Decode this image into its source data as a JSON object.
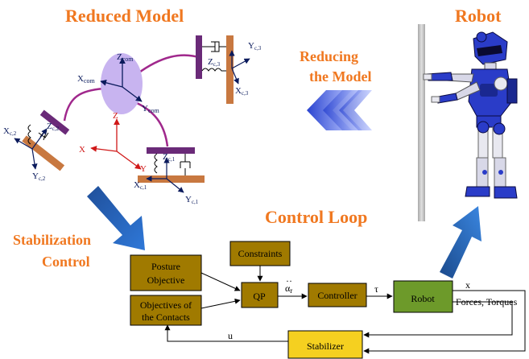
{
  "titles": {
    "reduced_model": "Reduced Model",
    "robot": "Robot",
    "reducing_line1": "Reducing",
    "reducing_line2": "the Model",
    "control_loop": "Control Loop",
    "stabilization_line1": "Stabilization",
    "stabilization_line2": "Control"
  },
  "axes": {
    "z_com": "Z",
    "z_com_sub": "com",
    "x_com": "X",
    "x_com_sub": "com",
    "y_com": "Y",
    "y_com_sub": "com",
    "world_z": "Z",
    "world_x": "X",
    "world_y": "Y",
    "z_c3": "Z",
    "z_c3_sub": "c,3",
    "y_c3": "Y",
    "y_c3_sub": "c,3",
    "x_c3": "X",
    "x_c3_sub": "c,3",
    "z_c2": "Z",
    "z_c2_sub": "c,2",
    "x_c2": "X",
    "x_c2_sub": "c,2",
    "y_c2": "Y",
    "y_c2_sub": "c,2",
    "z_c1": "Z",
    "z_c1_sub": "c,1",
    "x_c1": "X",
    "x_c1_sub": "c,1",
    "y_c1": "Y",
    "y_c1_sub": "c,1"
  },
  "blocks": {
    "posture_line1": "Posture",
    "posture_line2": "Objective",
    "contacts_line1": "Objectives of",
    "contacts_line2": "the Contacts",
    "constraints": "Constraints",
    "qp": "QP",
    "controller": "Controller",
    "robot": "Robot",
    "stabilizer": "Stabilizer"
  },
  "signals": {
    "alpha": "α",
    "alpha_sub": "r",
    "alpha_dots": "··",
    "tau": "τ",
    "x": "x",
    "forces_torques": "Forces, Torques",
    "u": "u"
  },
  "colors": {
    "title_orange": "#f07820",
    "block_olive": "#a07a00",
    "robot_block_green": "#6d9a2a",
    "stabilizer_yellow": "#f5d020",
    "contact_purple": "#6a2a78",
    "contact_brown": "#c87840",
    "com_lavender": "#c8b4f0",
    "arrow_blue": "#1e5aa8",
    "robot_blue": "#2a3cc8"
  }
}
